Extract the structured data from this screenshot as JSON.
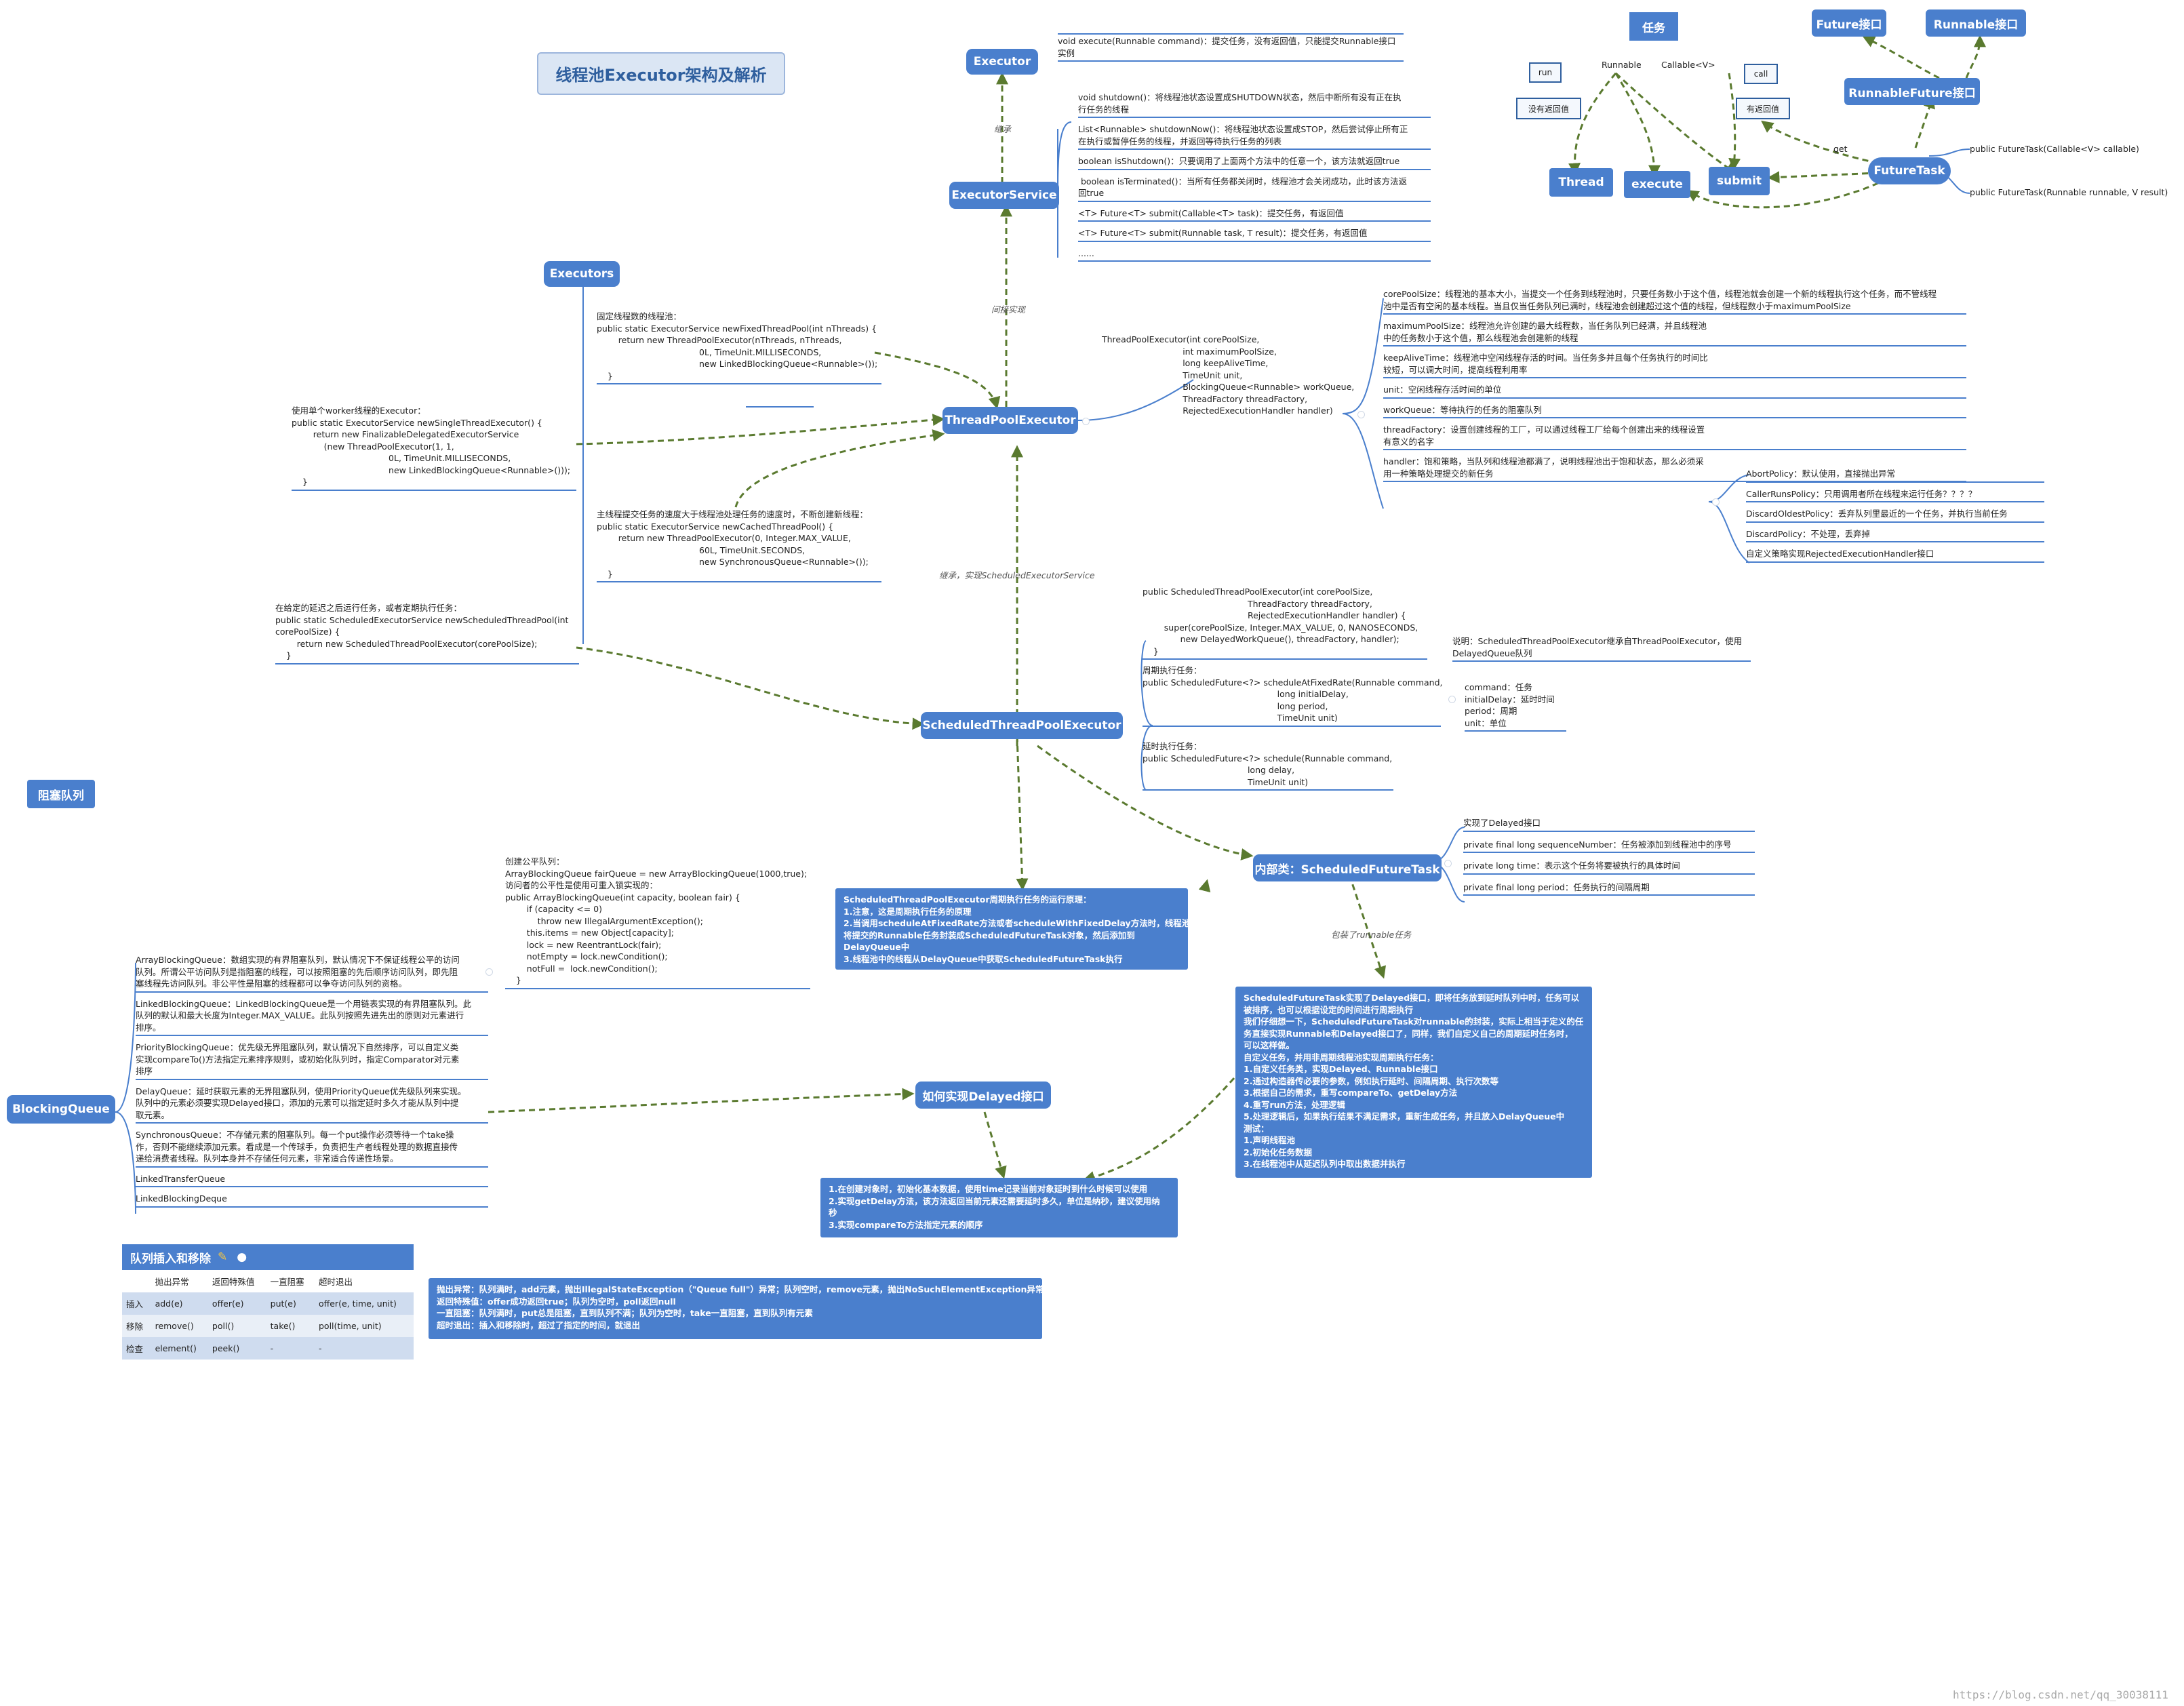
{
  "title": "线程池Executor架构及解析",
  "nodes": {
    "executor": "Executor",
    "executor_service": "ExecutorService",
    "executors": "Executors",
    "tpe": "ThreadPoolExecutor",
    "stpe": "ScheduledThreadPoolExecutor",
    "inner": "内部类：ScheduledFutureTask",
    "delayed": "如何实现Delayed接口",
    "blocking_queue": "BlockingQueue",
    "blocking_label": "阻塞队列",
    "task": "任务",
    "thread": "Thread",
    "execute": "execute",
    "submit": "submit",
    "future_task": "FutureTask",
    "future_if": "Future接口",
    "runnable_if": "Runnable接口",
    "runnable_future": "RunnableFuture接口"
  },
  "task_diagram": {
    "runnable": "Runnable",
    "callable": "Callable<V>",
    "run": "run",
    "call": "call",
    "no_return": "没有返回值",
    "has_return": "有返回值",
    "get": "get",
    "ctor1": "public FutureTask(Callable<V> callable)",
    "ctor2": "public FutureTask(Runnable runnable, V result)"
  },
  "executor_desc": "void execute(Runnable command)：提交任务，没有返回值，只能提交Runnable接口\n实例",
  "edge_labels": {
    "inherit": "继承",
    "indirect": "间接实现",
    "inherit_impl": "继承，实现ScheduledExecutorService",
    "wrap": "包装了runnable任务"
  },
  "es_methods": [
    "void shutdown()：将线程池状态设置成SHUTDOWN状态，然后中断所有没有正在执\n行任务的线程",
    "List<Runnable> shutdownNow()：将线程池状态设置成STOP，然后尝试停止所有正\n在执行或暂停任务的线程，并返回等待执行任务的列表",
    "boolean isShutdown()：只要调用了上面两个方法中的任意一个，该方法就返回true",
    " boolean isTerminated()：当所有任务都关闭时，线程池才会关闭成功，此时该方法返\n回true",
    "<T> Future<T> submit(Callable<T> task)：提交任务，有返回值",
    "<T> Future<T> submit(Runnable task, T result)：提交任务，有返回值",
    "......"
  ],
  "executors_code": {
    "fixed": "固定线程数的线程池：\npublic static ExecutorService newFixedThreadPool(int nThreads) {\n        return new ThreadPoolExecutor(nThreads, nThreads,\n                                      0L, TimeUnit.MILLISECONDS,\n                                      new LinkedBlockingQueue<Runnable>());\n    }",
    "single": "使用单个worker线程的Executor：\npublic static ExecutorService newSingleThreadExecutor() {\n        return new FinalizableDelegatedExecutorService\n            (new ThreadPoolExecutor(1, 1,\n                                    0L, TimeUnit.MILLISECONDS,\n                                    new LinkedBlockingQueue<Runnable>()));\n    }",
    "cached": "主线程提交任务的速度大于线程池处理任务的速度时，不断创建新线程：\npublic static ExecutorService newCachedThreadPool() {\n        return new ThreadPoolExecutor(0, Integer.MAX_VALUE,\n                                      60L, TimeUnit.SECONDS,\n                                      new SynchronousQueue<Runnable>());\n    }",
    "scheduled": "在给定的延迟之后运行任务，或者定期执行任务：\npublic static ScheduledExecutorService newScheduledThreadPool(int\ncorePoolSize) {\n        return new ScheduledThreadPoolExecutor(corePoolSize);\n    }"
  },
  "tpe_ctor": "ThreadPoolExecutor(int corePoolSize,\n                              int maximumPoolSize,\n                              long keepAliveTime,\n                              TimeUnit unit,\n                              BlockingQueue<Runnable> workQueue,\n                              ThreadFactory threadFactory,\n                              RejectedExecutionHandler handler)",
  "tpe_params": [
    "corePoolSize：线程池的基本大小，当提交一个任务到线程池时，只要任务数小于这个值，线程池就会创建一个新的线程执行这个任务，而不管线程\n池中是否有空闲的基本线程。当且仅当任务队列已满时，线程池会创建超过这个值的线程，但线程数小于maximumPoolSize",
    "maximumPoolSize：线程池允许创建的最大线程数，当任务队列已经满，并且线程池\n中的任务数小于这个值，那么线程池会创建新的线程",
    "keepAliveTime：线程池中空闲线程存活的时间。当任务多并且每个任务执行的时间比\n较短，可以调大时间，提高线程利用率",
    "unit：空闲线程存活时间的单位",
    "workQueue：等待执行的任务的阻塞队列",
    "threadFactory：设置创建线程的工厂，可以通过线程工厂给每个创建出来的线程设置\n有意义的名字",
    "handler：饱和策略，当队列和线程池都满了，说明线程池出于饱和状态，那么必须采\n用一种策略处理提交的新任务"
  ],
  "handlers": [
    "AbortPolicy：默认使用，直接抛出异常",
    "CallerRunsPolicy：只用调用者所在线程来运行任务？？？？",
    "DiscardOldestPolicy：丢弃队列里最近的一个任务，并执行当前任务",
    "DiscardPolicy：不处理，丢弃掉",
    "自定义策略实现RejectedExecutionHandler接口"
  ],
  "stpe_ctor": "public ScheduledThreadPoolExecutor(int corePoolSize,\n                                       ThreadFactory threadFactory,\n                                       RejectedExecutionHandler handler) {\n        super(corePoolSize, Integer.MAX_VALUE, 0, NANOSECONDS,\n              new DelayedWorkQueue(), threadFactory, handler);\n    }",
  "stpe_note": "说明：ScheduledThreadPoolExecutor继承自ThreadPoolExecutor，使用\nDelayedQueue队列",
  "stpe_fixed": "周期执行任务：\npublic ScheduledFuture<?> scheduleAtFixedRate(Runnable command,\n                                                  long initialDelay,\n                                                  long period,\n                                                  TimeUnit unit)",
  "stpe_params": "command：任务\ninitialDelay：延时时间\nperiod：周期\nunit：单位",
  "stpe_delay": "延时执行任务：\npublic ScheduledFuture<?> schedule(Runnable command,\n                                       long delay,\n                                       TimeUnit unit)",
  "inner_fields": [
    "实现了Delayed接口",
    "private final long sequenceNumber：任务被添加到线程池中的序号",
    "private long time：表示这个任务将要被执行的具体时间",
    "private final long period：任务执行的间隔周期"
  ],
  "stpe_blue": "ScheduledThreadPoolExecutor周期执行任务的运行原理：\n1.注意，这是周期执行任务的原理\n2.当调用scheduleAtFixedRate方法或者scheduleWithFixedDelay方法时，线程池\n将提交的Runnable任务封装成ScheduledFutureTask对象，然后添加到\nDelayQueue中\n3.线程池中的线程从DelayQueue中获取ScheduledFutureTask执行",
  "sft_blue": "ScheduledFutureTask实现了Delayed接口，即将任务放到延时队列中时，任务可以\n被排序，也可以根据设定的时间进行周期执行\n我们仔细想一下，ScheduledFutureTask对runnable的封装，实际上相当于定义的任\n务直接实现Runnable和Delayed接口了，同样，我们自定义自己的周期延时任务时，\n可以这样做。\n自定义任务，并用非周期线程池实现周期执行任务：\n1.自定义任务类，实现Delayed、Runnable接口\n2.通过构造器传必要的参数，例如执行延时、间隔周期、执行次数等\n3.根据自己的需求，重写compareTo、getDelay方法\n4.重写run方法，处理逻辑\n5.处理逻辑后，如果执行结果不满足需求，重新生成任务，并且放入DelayQueue中\n测试：\n1.声明线程池\n2.初始化任务数据\n3.在线程池中从延迟队列中取出数据并执行",
  "delayed_blue": "1.在创建对象时，初始化基本数据，使用time记录当前对象延时到什么时候可以使用\n2.实现getDelay方法，该方法返回当前元素还需要延时多久，单位是纳秒，建议使用纳\n秒\n3.实现compareTo方法指定元素的顺序",
  "fair_queue": "创建公平队列：\nArrayBlockingQueue fairQueue = new ArrayBlockingQueue(1000,true);\n访问者的公平性是使用可重入锁实现的：\npublic ArrayBlockingQueue(int capacity, boolean fair) {\n        if (capacity <= 0)\n            throw new IllegalArgumentException();\n        this.items = new Object[capacity];\n        lock = new ReentrantLock(fair);\n        notEmpty = lock.newCondition();\n        notFull =  lock.newCondition();\n    }",
  "bq_items": [
    "ArrayBlockingQueue：数组实现的有界阻塞队列，默认情况下不保证线程公平的访问\n队列。所谓公平访问队列是指阻塞的线程，可以按照阻塞的先后顺序访问队列，即先阻\n塞线程先访问队列。非公平性是阻塞的线程都可以争夺访问队列的资格。",
    "LinkedBlockingQueue：LinkedBlockingQueue是一个用链表实现的有界阻塞队列。此\n队列的默认和最大长度为Integer.MAX_VALUE。此队列按照先进先出的原则对元素进行\n排序。",
    "PriorityBlockingQueue：优先级无界阻塞队列，默认情况下自然排序，可以自定义类\n实现compareTo()方法指定元素排序规则，或初始化队列时，指定Comparator对元素\n排序",
    "DelayQueue：延时获取元素的无界阻塞队列，使用PriorityQueue优先级队列来实现。\n队列中的元素必须要实现Delayed接口，添加的元素可以指定延时多久才能从队列中提\n取元素。",
    "SynchronousQueue：不存储元素的阻塞队列。每一个put操作必须等待一个take操\n作，否则不能继续添加元素。看成是一个传球手，负责把生产者线程处理的数据直接传\n递给消费者线程。队列本身并不存储任何元素，非常适合传递性场景。",
    "LinkedTransferQueue",
    "LinkedBlockingDeque"
  ],
  "queue_table": {
    "title": "队列插入和移除",
    "headers": [
      "",
      "抛出异常",
      "返回特殊值",
      "一直阻塞",
      "超时退出"
    ],
    "rows": [
      [
        "插入",
        "add(e)",
        "offer(e)",
        "put(e)",
        "offer(e, time, unit)"
      ],
      [
        "移除",
        "remove()",
        "poll()",
        "take()",
        "poll(time, unit)"
      ],
      [
        "检查",
        "element()",
        "peek()",
        "-",
        "-"
      ]
    ]
  },
  "queue_blue": "抛出异常：队列满时，add元素，抛出IllegalStateException（\"Queue full\"）异常；队列空时，remove元素，抛出NoSuchElementException异常\n返回特殊值：offer成功返回true；队列为空时，poll返回null\n一直阻塞：队列满时，put总是阻塞，直到队列不满；队列为空时，take一直阻塞，直到队列有元素\n超时退出：插入和移除时，超过了指定的时间，就退出",
  "watermark": "https://blog.csdn.net/qq_30038111",
  "colors": {
    "node": "#4a7fcd",
    "edge": "#5a7a2f",
    "line": "#4a7fcd"
  }
}
